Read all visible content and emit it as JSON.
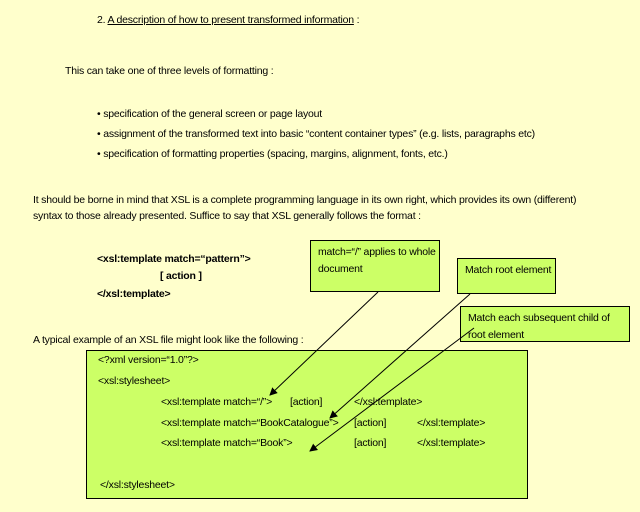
{
  "heading": {
    "number": "2.",
    "title": "A description of how to present transformed information",
    "suffix": ":"
  },
  "intro": "This can take one of three levels of formatting :",
  "bullets": [
    "specification of the general screen or page layout",
    "assignment of the transformed text into basic “content container types” (e.g. lists, paragraphs etc)",
    "specification of formatting properties (spacing, margins, alignment, fonts, etc.)"
  ],
  "paragraph": [
    "It should be borne in mind that XSL is a complete programming language in its own right, which provides its own (different)",
    "syntax to those already presented. Suffice to say that XSL generally follows the format :"
  ],
  "format": {
    "line1": "<xsl:template match=“pattern”>",
    "line2": "[ action ]",
    "line3": "</xsl:template>"
  },
  "example_intro": "A typical example of an XSL file might look like the following :",
  "code": {
    "decl": "<?xml version=“1.0”?>",
    "open": "<xsl:stylesheet>",
    "rows": [
      {
        "tmpl": "<xsl:template match=“/”>",
        "action": "[action]",
        "close": "</xsl:template>"
      },
      {
        "tmpl": "<xsl:template match=“BookCatalogue”>",
        "action": "[action]",
        "close": "</xsl:template>"
      },
      {
        "tmpl": "<xsl:template match=“Book”>",
        "action": "[action]",
        "close": "</xsl:template>"
      }
    ],
    "close": "</xsl:stylesheet>"
  },
  "callouts": [
    "match=“/” applies to whole document",
    "Match root element",
    "Match each subsequent child of root element"
  ],
  "colors": {
    "background": "#ffffcc",
    "box_fill": "#ccff66"
  }
}
